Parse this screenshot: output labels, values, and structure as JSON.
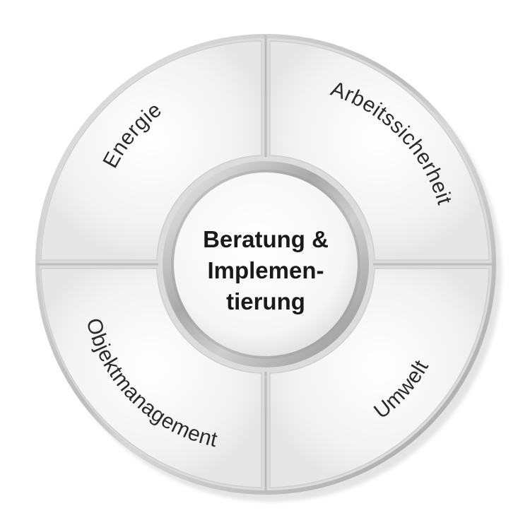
{
  "diagram": {
    "center": {
      "lines": [
        "Beratung &",
        "Implemen-",
        "tierung"
      ]
    },
    "segments": [
      {
        "id": "energie",
        "label": "Energie"
      },
      {
        "id": "arbeitssicherheit",
        "label": "Arbeitssicherheit"
      },
      {
        "id": "umwelt",
        "label": "Umwelt"
      },
      {
        "id": "objektmanagement",
        "label": "Objektmanagement"
      }
    ],
    "colors": {
      "segment_fill": "#f4f4f4",
      "segment_edge": "#c9c9c9",
      "rim": "#b5b5b5",
      "text": "#2a2a2a"
    }
  }
}
